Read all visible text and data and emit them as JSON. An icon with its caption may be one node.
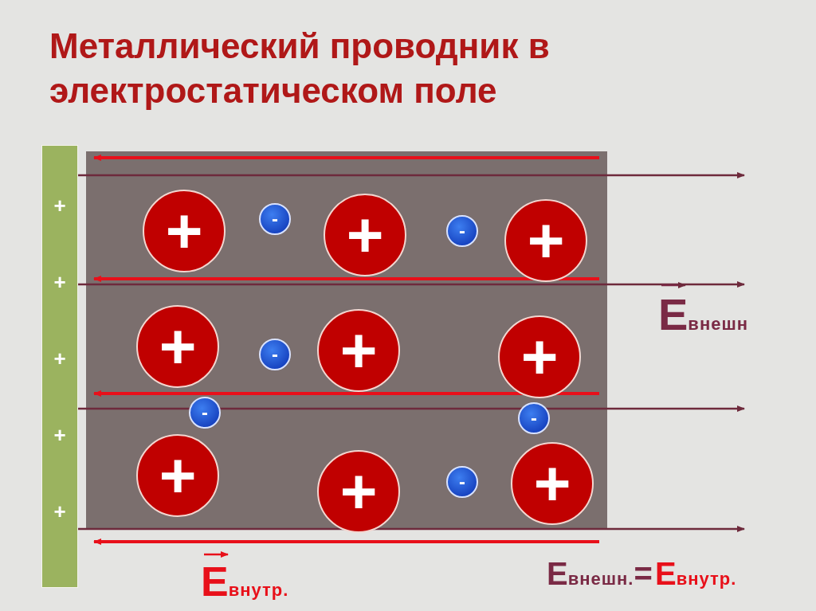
{
  "diagram": {
    "title": "Металлический проводник в электростатическом поле",
    "nodes": [
      {
        "text": [
          "+",
          "+",
          "+",
          "+",
          "+"
        ]
      },
      {
        "text": [],
        "shape": "box"
      },
      {
        "text": [
          "+"
        ],
        "in": 1
      },
      {
        "text": [
          "-"
        ],
        "in": 1
      },
      {
        "text": [
          "+"
        ],
        "in": 1
      },
      {
        "text": [
          "-"
        ],
        "in": 1
      },
      {
        "text": [
          "+"
        ],
        "in": 1
      },
      {
        "text": [
          "+"
        ],
        "in": 1
      },
      {
        "text": [
          "-"
        ],
        "in": 1
      },
      {
        "text": [
          "+"
        ],
        "in": 1
      },
      {
        "text": [
          "+"
        ],
        "in": 1
      },
      {
        "text": [
          "-"
        ],
        "in": 1
      },
      {
        "text": [
          "-"
        ],
        "in": 1
      },
      {
        "text": [
          "+"
        ],
        "in": 1
      },
      {
        "text": [
          "+"
        ],
        "in": 1
      },
      {
        "text": [
          "-"
        ],
        "in": 1
      },
      {
        "text": [
          "+"
        ],
        "in": 1
      }
    ],
    "labels": [
      "E$_{внешн}$",
      "E$_{внутр.}$",
      "E$_{внешн.}$=",
      "E$_{внутр.}$"
    ]
  }
}
